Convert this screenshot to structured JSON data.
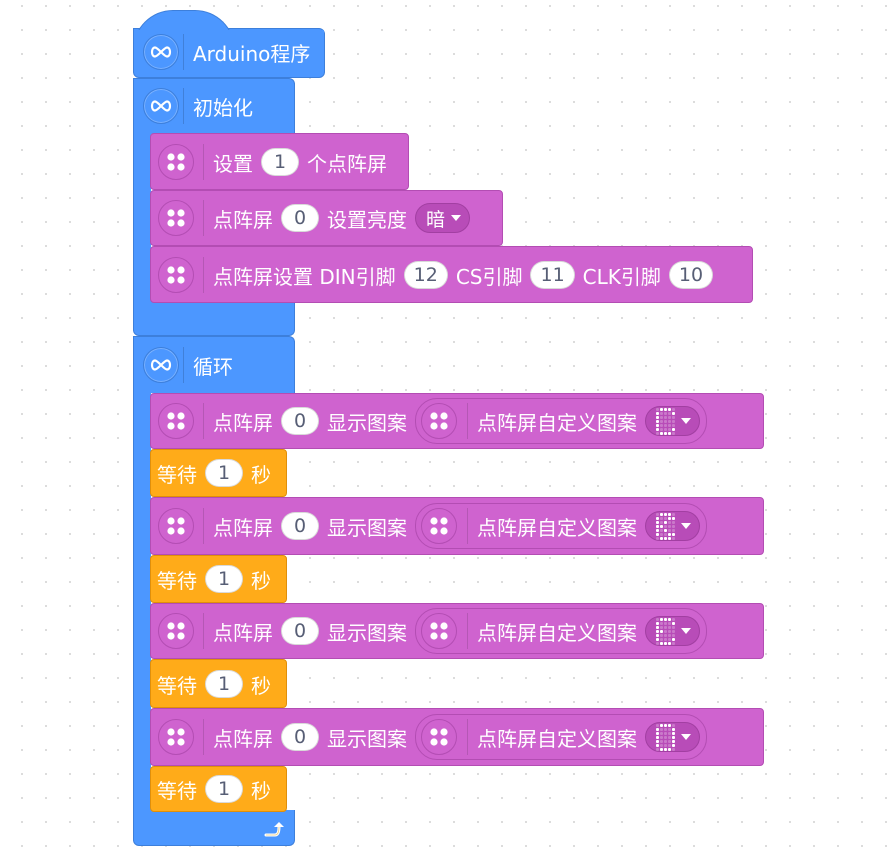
{
  "colors": {
    "arduino": "#4c97ff",
    "matrix": "#cf63cf",
    "control": "#ffab19"
  },
  "hat": {
    "label": "Arduino程序",
    "icon": "arduino-infinity-icon"
  },
  "setup": {
    "label": "初始化",
    "blocks": [
      {
        "prefix": "设置",
        "value": "1",
        "suffix": "个点阵屏"
      },
      {
        "prefix": "点阵屏",
        "value": "0",
        "mid": "设置亮度",
        "dropdown": "暗"
      },
      {
        "prefix": "点阵屏设置 DIN引脚",
        "din": "12",
        "cs_label": "CS引脚",
        "cs": "11",
        "clk_label": "CLK引脚",
        "clk": "10"
      }
    ]
  },
  "loop": {
    "label": "循环",
    "display_blocks": [
      {
        "prefix": "点阵屏",
        "value": "0",
        "mid": "显示图案",
        "reporter": "点阵屏自定义图案",
        "pattern_icon": "matrix-pattern-icon"
      },
      {
        "prefix": "点阵屏",
        "value": "0",
        "mid": "显示图案",
        "reporter": "点阵屏自定义图案",
        "pattern_icon": "matrix-pattern-icon"
      },
      {
        "prefix": "点阵屏",
        "value": "0",
        "mid": "显示图案",
        "reporter": "点阵屏自定义图案",
        "pattern_icon": "matrix-pattern-icon"
      },
      {
        "prefix": "点阵屏",
        "value": "0",
        "mid": "显示图案",
        "reporter": "点阵屏自定义图案",
        "pattern_icon": "matrix-pattern-icon"
      }
    ],
    "wait_blocks": [
      {
        "prefix": "等待",
        "value": "1",
        "suffix": "秒"
      },
      {
        "prefix": "等待",
        "value": "1",
        "suffix": "秒"
      },
      {
        "prefix": "等待",
        "value": "1",
        "suffix": "秒"
      },
      {
        "prefix": "等待",
        "value": "1",
        "suffix": "秒"
      }
    ],
    "loop_icon": "loop-arrow-icon"
  }
}
